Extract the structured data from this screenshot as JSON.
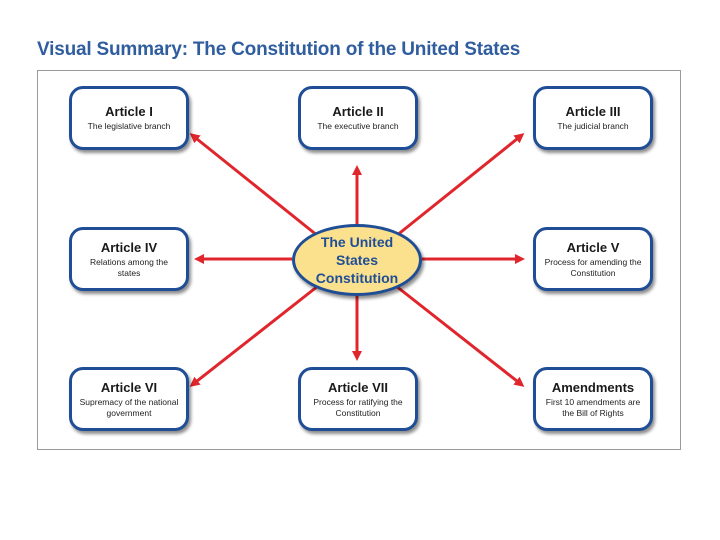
{
  "title": "Visual Summary: The Constitution of the United States",
  "center": {
    "label": "The United States Constitution"
  },
  "boxes": [
    {
      "name": "Article I",
      "desc": "The legislative branch"
    },
    {
      "name": "Article II",
      "desc": "The executive branch"
    },
    {
      "name": "Article III",
      "desc": "The judicial branch"
    },
    {
      "name": "Article IV",
      "desc": "Relations among the states"
    },
    {
      "name": "Article V",
      "desc": "Process for amending the Constitution"
    },
    {
      "name": "Article VI",
      "desc": "Supremacy of the national government"
    },
    {
      "name": "Article VII",
      "desc": "Process for ratifying the Constitution"
    },
    {
      "name": "Amendments",
      "desc": "First 10 amendments are the Bill of Rights"
    }
  ],
  "colors": {
    "title": "#2f5d9e",
    "box_border": "#1f4e96",
    "center_fill": "#fbe08d",
    "arrow": "#e0262c"
  }
}
